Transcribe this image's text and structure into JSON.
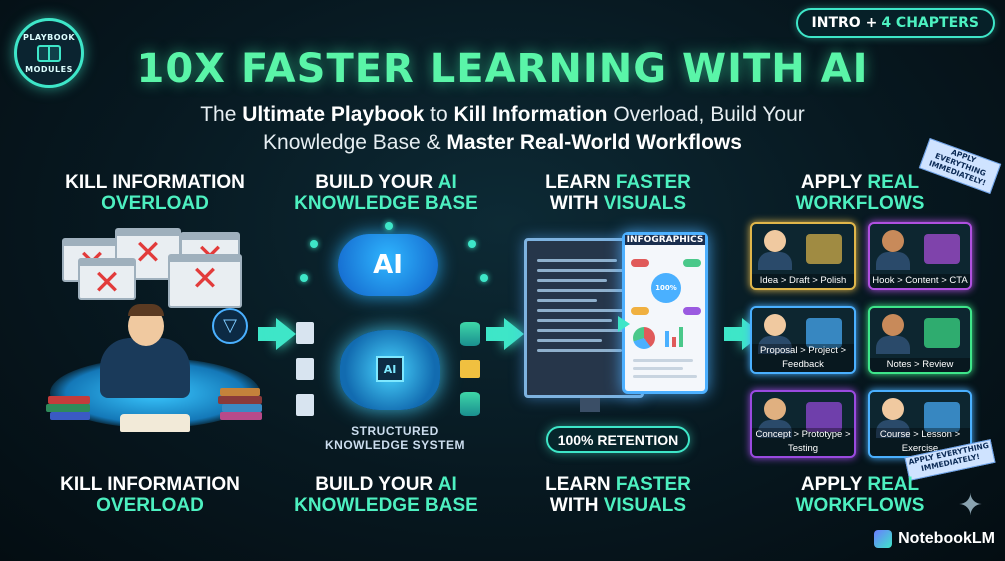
{
  "badge": {
    "top_text": "PLAYBOOK",
    "bottom_text": "MODULES",
    "icon": "book-icon"
  },
  "pill": {
    "text": "INTRO +",
    "highlight": "4 CHAPTERS"
  },
  "title": "10X FASTER LEARNING WITH AI",
  "subtitle": {
    "line1": [
      {
        "text": "The ",
        "bold": false
      },
      {
        "text": "Ultimate Playbook",
        "bold": true
      },
      {
        "text": " to ",
        "bold": false
      },
      {
        "text": "Kill Information",
        "bold": true
      },
      {
        "text": " Overload, Build Your",
        "bold": false
      }
    ],
    "line2": [
      {
        "text": "Knowledge Base & ",
        "bold": false
      },
      {
        "text": "Master Real-World Workflows",
        "bold": true
      }
    ]
  },
  "columns": [
    {
      "head_white": "KILL INFORMATION",
      "head_green": "OVERLOAD"
    },
    {
      "head_white": "BUILD YOUR",
      "head_green_inline": "AI",
      "head_green": "KNOWLEDGE BASE"
    },
    {
      "head_white": "LEARN",
      "head_green_inline": "FASTER",
      "head_white2": "WITH",
      "head_green2": "VISUALS"
    },
    {
      "head_white": "APPLY",
      "head_green_inline": "REAL",
      "head_green": "WORKFLOWS"
    }
  ],
  "footers": [
    {
      "head_white": "KILL INFORMATION",
      "head_green": "OVERLOAD"
    },
    {
      "head_white": "BUILD YOUR",
      "head_green_inline": "AI",
      "head_green": "KNOWLEDGE BASE"
    },
    {
      "head_white": "LEARN",
      "head_green_inline": "FASTER",
      "head_white2": "WITH",
      "head_green2": "VISUALS"
    },
    {
      "head_white": "APPLY",
      "head_green_inline": "REAL",
      "head_green": "WORKFLOWS"
    }
  ],
  "panel2": {
    "cloud_label": "AI",
    "chip_label": "AI",
    "structured_line1": "STRUCTURED",
    "structured_line2": "KNOWLEDGE SYSTEM"
  },
  "panel3": {
    "info_title": "INFOGRAPHICS",
    "center_node": "100%",
    "retention": "100% RETENTION"
  },
  "panel4": {
    "cards": [
      {
        "label": "Idea > Draft > Polish",
        "color": "#e0b64a"
      },
      {
        "label": "Hook > Content > CTA",
        "color": "#b050e0"
      },
      {
        "label": "Proposal > Project > Feedback",
        "color": "#4ab0ff"
      },
      {
        "label": "Notes > Review",
        "color": "#3ee68a"
      },
      {
        "label": "Concept > Prototype > Testing",
        "color": "#9a4ae0"
      },
      {
        "label": "Course > Lesson > Exercise",
        "color": "#4ab0ff"
      }
    ],
    "ribbon_top": "APPLY EVERYTHING IMMEDIATELY!",
    "ribbon_bottom": "APPLY EVERYTHING IMMEDIATELY!"
  },
  "brand": {
    "name": "NotebookLM",
    "icon": "notebook-icon"
  },
  "colors": {
    "accent": "#3ee6c8",
    "title": "#5af5a8",
    "background": "#071820"
  }
}
